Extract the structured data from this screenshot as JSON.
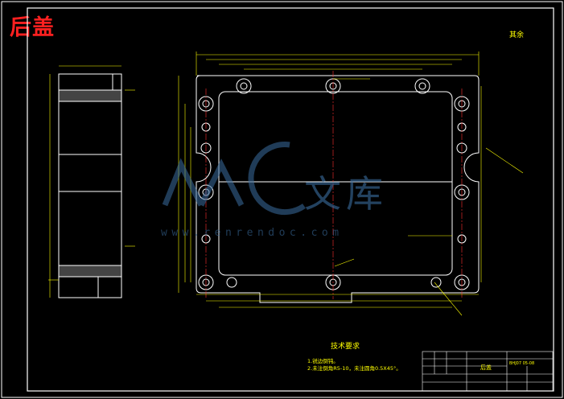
{
  "drawing": {
    "title": "后盖",
    "roughness_note": "其余",
    "tech_requirements_title": "技术要求",
    "tech_requirements": [
      "1.锐边倒钝。",
      "2.未注倒角R5-10，未注圆角0.5X45°。"
    ],
    "part_name": "后盖",
    "drawing_code": "BHJ07 05-08"
  },
  "watermark": {
    "text": "www.renrendoc.com",
    "cn": "文库"
  },
  "colors": {
    "background": "#000000",
    "outline": "#ffffff",
    "dimension": "#ffff00",
    "centerline": "#ff3030",
    "title_text": "#ff2020",
    "watermark": "#3b6ea0"
  }
}
